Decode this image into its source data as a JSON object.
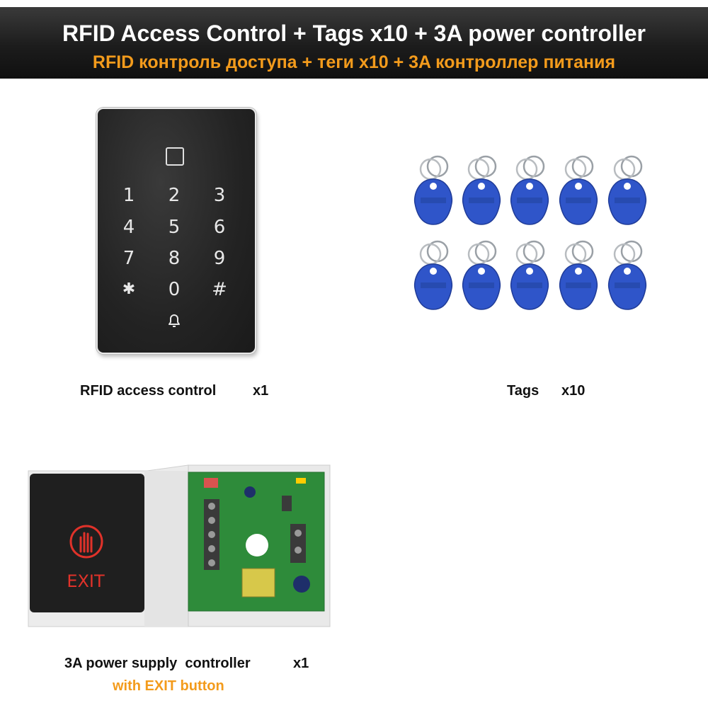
{
  "banner": {
    "title": "RFID Access Control + Tags x10 + 3A power controller",
    "subtitle": "RFID контроль доступа + теги x10 + 3A контроллер питания"
  },
  "keypad": {
    "keys": [
      "1",
      "2",
      "3",
      "4",
      "5",
      "6",
      "7",
      "8",
      "9",
      "✱",
      "0",
      "#"
    ],
    "bell_icon": "bell-icon",
    "card_icon": "card-reader-icon"
  },
  "captions": {
    "access_control_label": "RFID access control",
    "access_control_qty": "x1",
    "tags_label": "Tags",
    "tags_qty": "x10",
    "psu_label": "3A power supply  controller",
    "psu_qty": "x1",
    "psu_extra": "with EXIT button"
  },
  "exit_button": {
    "label": "EXIT",
    "icon": "hand-icon",
    "color": "#e0322a"
  },
  "tag_items": {
    "count": 10,
    "tag_text": "",
    "color": "#2f55c9"
  },
  "colors": {
    "accent": "#f39b1c",
    "banner_bg": "#1c1c1c",
    "pcb": "#2e8b3a"
  }
}
